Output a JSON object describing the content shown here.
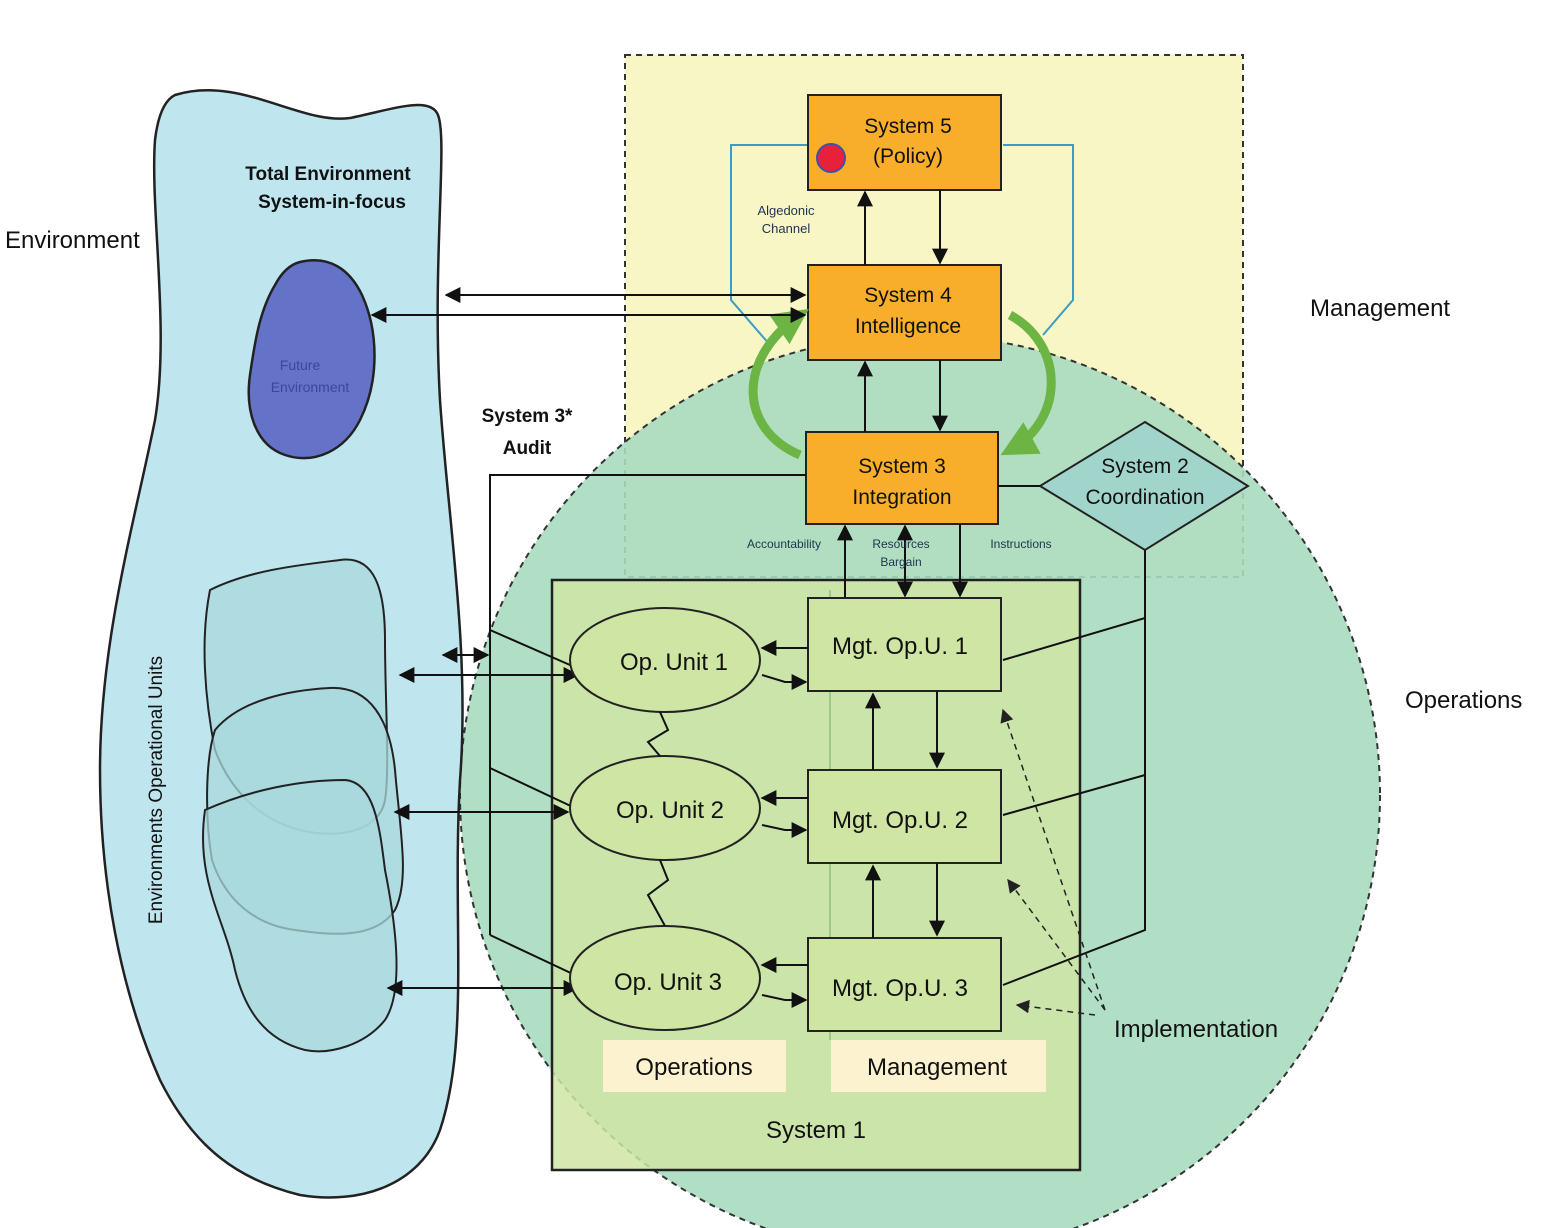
{
  "labels": {
    "environment": "Environment",
    "management_side": "Management",
    "operations_side": "Operations",
    "total_env_line1": "Total Environment",
    "total_env_line2": "System-in-focus",
    "future_env_line1": "Future",
    "future_env_line2": "Environment",
    "env_op_units": "Environments Operational Units",
    "sys3star_line1": "System 3*",
    "sys3star_line2": "Audit",
    "algedonic_line1": "Algedonic",
    "algedonic_line2": "Channel",
    "accountability": "Accountability",
    "resources_line1": "Resources",
    "resources_line2": "Bargain",
    "instructions": "Instructions",
    "implementation": "Implementation",
    "operations_box": "Operations",
    "management_box": "Management",
    "system1": "System 1"
  },
  "systems": {
    "s5_line1": "System 5",
    "s5_line2": "(Policy)",
    "s4_line1": "System 4",
    "s4_line2": "Intelligence",
    "s3_line1": "System 3",
    "s3_line2": "Integration",
    "s2_line1": "System 2",
    "s2_line2": "Coordination"
  },
  "units": {
    "op1": "Op. Unit 1",
    "op2": "Op. Unit 2",
    "op3": "Op. Unit 3",
    "mgt1": "Mgt. Op.U. 1",
    "mgt2": "Mgt. Op.U. 2",
    "mgt3": "Mgt. Op.U. 3"
  },
  "colors": {
    "environment_fill": "#bfe6ef",
    "future_env_fill": "#6473c8",
    "management_fill": "#f8f6c4",
    "operations_fill": "#a9dcc0",
    "system1_fill": "#cfe5a4",
    "system_box_fill": "#f8ae2a",
    "algedonic_arrow": "#6cb545",
    "algedonic_dot": "#e8203a"
  }
}
